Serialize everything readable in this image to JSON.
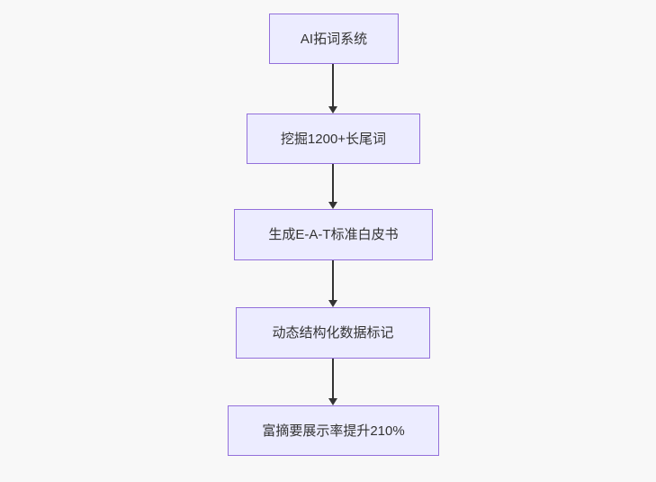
{
  "app": {
    "background_color": "#f8f8f8"
  },
  "flowchart": {
    "type": "flowchart",
    "direction": "top-down",
    "node_fill_color": "#ececff",
    "node_border_color": "#9370db",
    "node_text_color": "#333333",
    "arrow_color": "#333333",
    "nodes": [
      {
        "label": "AI拓词系统"
      },
      {
        "label": "挖掘1200+长尾词"
      },
      {
        "label": "生成E-A-T标准白皮书"
      },
      {
        "label": "动态结构化数据标记"
      },
      {
        "label": "富摘要展示率提升210%"
      }
    ],
    "edges": [
      {
        "from": "AI拓词系统",
        "to": "挖掘1200+长尾词"
      },
      {
        "from": "挖掘1200+长尾词",
        "to": "生成E-A-T标准白皮书"
      },
      {
        "from": "生成E-A-T标准白皮书",
        "to": "动态结构化数据标记"
      },
      {
        "from": "动态结构化数据标记",
        "to": "富摘要展示率提升210%"
      }
    ]
  }
}
